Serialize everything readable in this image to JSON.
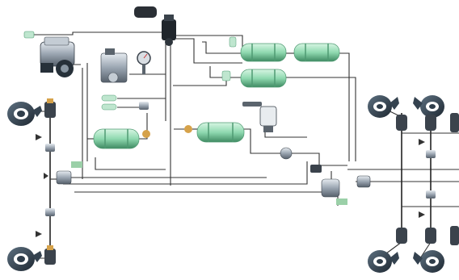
{
  "diagram": {
    "type": "pneumatic-brake-schematic",
    "colors": {
      "pipe": "#333333",
      "tank": "#8fd9b0",
      "tank_band": "#4f9a72",
      "wheel": "#2f3d4a",
      "valve": "#7d8793",
      "brass": "#d6a24a"
    },
    "components": [
      "compressor",
      "dryer",
      "governor",
      "gauge",
      "air-tank-1",
      "air-tank-2",
      "air-tank-3",
      "air-tank-4",
      "air-tank-5",
      "brake-valve",
      "relay-valve",
      "trailer-valve",
      "front-left-wheel",
      "front-right-wheel",
      "rear-left-wheel-1",
      "rear-right-wheel-1",
      "rear-left-wheel-2",
      "rear-right-wheel-2"
    ]
  }
}
